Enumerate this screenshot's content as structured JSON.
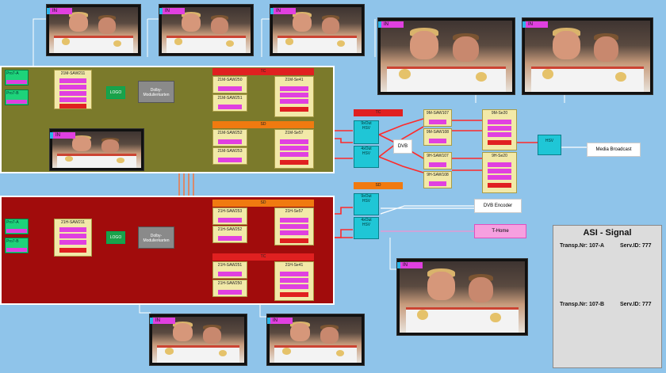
{
  "colors": {
    "background": "#8fc4ea",
    "panel_a": "#7b7a2b",
    "panel_b": "#a10c0c",
    "router_header_red": "#e02020",
    "router_header_orange": "#f07a10",
    "switch": "#1fc6d6",
    "tag": "#e040e0",
    "source": "#1ed37a"
  },
  "panel_a": {
    "sources": [
      {
        "label": "Pro7-A"
      },
      {
        "label": "Pro7-B"
      }
    ],
    "ingest": {
      "title": "21M-SAW211"
    },
    "logo": "LOGO",
    "dolby": "Dolby-\nModulierkarten",
    "group1": {
      "header": "TC",
      "rows": [
        {
          "title": "21M-SAW250"
        },
        {
          "title": "21M-SAW251"
        }
      ],
      "mux": "21M-Se41"
    },
    "group2": {
      "header": "SD",
      "rows": [
        {
          "title": "21M-SAW252"
        },
        {
          "title": "21M-SAW253"
        }
      ],
      "mux": "21M-Se57"
    }
  },
  "panel_b": {
    "sources": [
      {
        "label": "Pro7-A"
      },
      {
        "label": "Pro7-B"
      }
    ],
    "ingest": {
      "title": "21H-SAW211"
    },
    "logo": "LOGO",
    "dolby": "Dolby-\nModulierkarten",
    "group1": {
      "header": "SD",
      "rows": [
        {
          "title": "21H-SAW253"
        },
        {
          "title": "21H-SAW252"
        }
      ],
      "mux": "21H-Se57"
    },
    "group2": {
      "header": "TC",
      "rows": [
        {
          "title": "21H-SAW251"
        },
        {
          "title": "21H-SAW250"
        }
      ],
      "mux": "21H-Se41"
    }
  },
  "switches": [
    {
      "header": "TC",
      "label": "9xOut",
      "sub": "HSV"
    },
    {
      "header": "",
      "label": "4xOut",
      "sub": "HSV"
    },
    {
      "header": "SD",
      "label": "9xOut",
      "sub": "HSV"
    },
    {
      "header": "",
      "label": "4xOut",
      "sub": "HSV"
    }
  ],
  "dvb_label": "DVB",
  "dvb_routers": [
    {
      "title": "9M-SAW107"
    },
    {
      "title": "9M-SAW108"
    },
    {
      "title": "9H-SAW107"
    },
    {
      "title": "9H-SAW108"
    }
  ],
  "mux_out": [
    {
      "title": "9M-Se20"
    },
    {
      "title": "9H-Se20"
    }
  ],
  "final_switch": "HSV",
  "outputs": {
    "media_broadcast": "Media Broadcast",
    "dvb_encoder": "DVB Encoder",
    "t_home": "T-Home"
  },
  "monitor_tag": "IN",
  "asi": {
    "title": "ASI - Signal",
    "a": {
      "transp": "Transp.Nr: 107-A",
      "serv": "Serv.ID: 777"
    },
    "b": {
      "transp": "Transp.Nr: 107-B",
      "serv": "Serv.ID: 777"
    }
  }
}
